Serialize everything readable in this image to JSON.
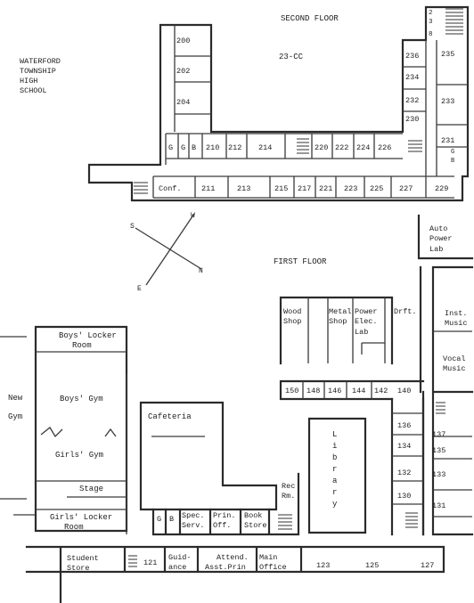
{
  "school_name": [
    "WATERFORD",
    "TOWNSHIP",
    "HIGH",
    "SCHOOL"
  ],
  "second_floor": {
    "heading": "SECOND FLOOR",
    "area_label": "23-CC",
    "room_labels": [
      "200",
      "202",
      "204",
      "G",
      "G",
      "B",
      "210",
      "212",
      "214",
      "220",
      "222",
      "224",
      "226",
      "236",
      "234",
      "232",
      "230",
      "235",
      "233",
      "231",
      "G",
      "B",
      "Conf.",
      "211",
      "213",
      "215",
      "217",
      "221",
      "223",
      "225",
      "227",
      "229"
    ],
    "stair_numbers": [
      "2",
      "3",
      "8"
    ]
  },
  "compass": {
    "north": "N",
    "south": "S",
    "east": "E",
    "west": "W"
  },
  "first_floor": {
    "heading": "FIRST FLOOR",
    "labels": {
      "auto_power_lab": [
        "Auto",
        "Power",
        "Lab"
      ],
      "wood_shop": [
        "Wood",
        "Shop"
      ],
      "metal_shop": [
        "Metal",
        "Shop"
      ],
      "power_elec_lab": [
        "Power",
        "Elec.",
        "Lab"
      ],
      "drafting": "Drft.",
      "inst_music": [
        "Inst.",
        "Music"
      ],
      "vocal_music": [
        "Vocal",
        "Music"
      ],
      "boys_locker_room": [
        "Boys' Locker",
        "Room"
      ],
      "new_gym": [
        "New",
        "Gym"
      ],
      "boys_gym": "Boys' Gym",
      "girls_gym": "Girls' Gym",
      "cafeteria": "Cafeteria",
      "stage": "Stage",
      "girls_locker_room": [
        "Girls' Locker",
        "Room"
      ],
      "library": [
        "L",
        "i",
        "b",
        "r",
        "a",
        "r",
        "y"
      ],
      "rec_rm": [
        "Rec",
        "Rm."
      ],
      "spec_serv": [
        "Spec.",
        "Serv."
      ],
      "prin_off": [
        "Prin.",
        "Off."
      ],
      "book_store": [
        "Book",
        "Store"
      ],
      "student_store": [
        "Student",
        "Store"
      ],
      "guidance": [
        "Guid-",
        "ance"
      ],
      "attend_asst_prin": [
        "Attend.",
        "Asst.Prin"
      ],
      "main_office": [
        "Main",
        "Office"
      ],
      "g_small": "G",
      "b_small": "B"
    },
    "room_numbers": [
      "150",
      "148",
      "146",
      "144",
      "142",
      "140",
      "136",
      "134",
      "132",
      "130",
      "137",
      "135",
      "133",
      "131",
      "121",
      "123",
      "125",
      "127"
    ]
  }
}
